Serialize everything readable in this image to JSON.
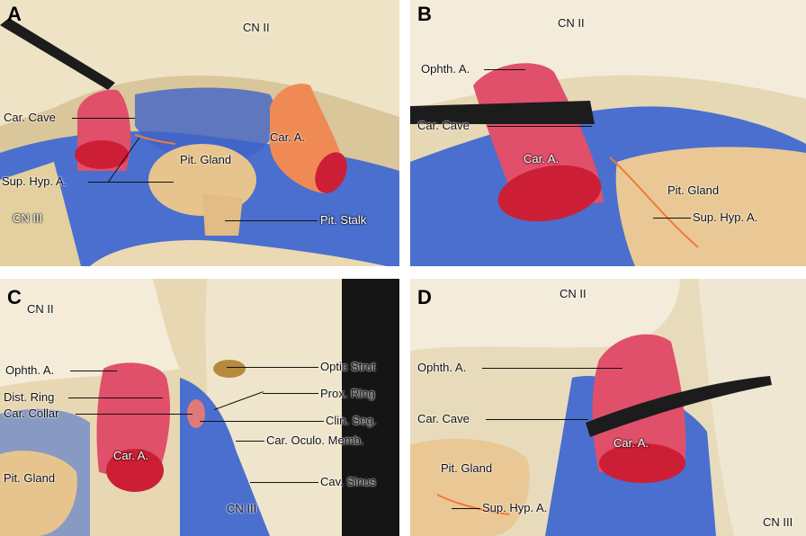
{
  "panels": {
    "A": {
      "letter": "A",
      "labels": {
        "cn2": "CN II",
        "car_cave": "Car. Cave",
        "car_a": "Car. A.",
        "pit_gland": "Pit. Gland",
        "sup_hyp": "Sup. Hyp. A.",
        "cn3": "CN III",
        "pit_stalk": "Pit. Stalk"
      }
    },
    "B": {
      "letter": "B",
      "labels": {
        "cn2": "CN II",
        "ophth": "Ophth. A.",
        "car_cave": "Car. Cave",
        "car_a": "Car. A.",
        "pit_gland": "Pit. Gland",
        "sup_hyp": "Sup. Hyp. A."
      }
    },
    "C": {
      "letter": "C",
      "labels": {
        "cn2": "CN II",
        "ophth": "Ophth. A.",
        "optic_strut": "Optic Strut",
        "dist_ring": "Dist. Ring",
        "prox_ring": "Prox. Ring",
        "car_collar": "Car. Collar",
        "clin_seg": "Clin. Seg.",
        "car_oculo": "Car. Oculo. Memb.",
        "car_a": "Car. A.",
        "pit_gland": "Pit. Gland",
        "cav_sinus": "Cav. Sinus",
        "cn3": "CN III"
      }
    },
    "D": {
      "letter": "D",
      "labels": {
        "cn2": "CN II",
        "ophth": "Ophth. A.",
        "car_cave": "Car. Cave",
        "car_a": "Car. A.",
        "pit_gland": "Pit. Gland",
        "sup_hyp": "Sup. Hyp. A.",
        "cn3": "CN III"
      }
    }
  },
  "colors": {
    "tissue": "#e9d9b0",
    "tissue_light": "#f4ecd5",
    "blue_dye": "#3f63c8",
    "artery": "#e0506a",
    "artery_cut": "#cc1f35",
    "gland": "#e7c48e",
    "instrument": "#1c1c1c"
  }
}
